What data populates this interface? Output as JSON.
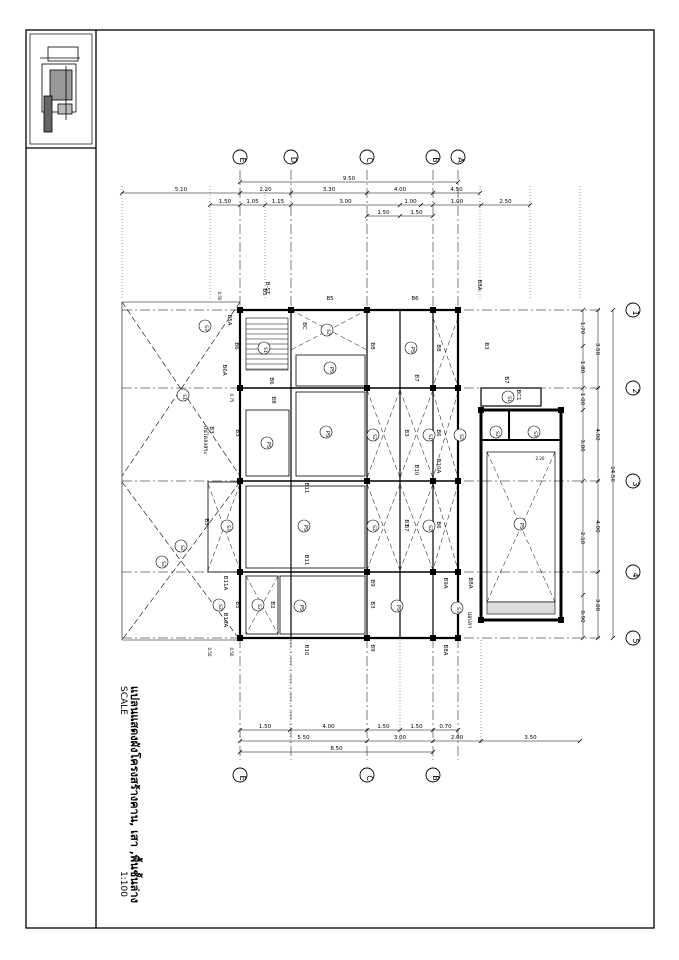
{
  "drawing": {
    "title": "แปลนแสดงผังโครงสร้างคาน, เสา ,พื้นชั้นล่าง",
    "scale_label": "SCALE",
    "scale_value": "1:100"
  },
  "grid": {
    "columns_top": [
      "E",
      "D",
      "C",
      "B",
      "A"
    ],
    "columns_bottom": [
      "E",
      "C",
      "B"
    ],
    "rows": [
      "1",
      "2",
      "3",
      "4",
      "5"
    ]
  },
  "dimensions": {
    "top_total": "9.50",
    "top_row2": [
      "5.10",
      "2.20",
      "3.30",
      "4.00",
      "4.50"
    ],
    "top_row3": [
      "1.50",
      "1.05",
      "1.15",
      "3.00",
      "1.00",
      "1.00",
      "2.50"
    ],
    "top_row4": [
      "1.50",
      "1.50"
    ],
    "bottom_row1": [
      "1.50",
      "4.00",
      "1.50",
      "1.50",
      "0.70"
    ],
    "bottom_row2": [
      "5.50",
      "3.00",
      "2.00",
      "3.50"
    ],
    "bottom_total": "8.50",
    "right_row1": [
      "1.70",
      "1.80",
      "1.00",
      "3.00",
      "2.10",
      "0.90"
    ],
    "right_row2": [
      "3.50",
      "4.00",
      "4.00",
      "3.00"
    ],
    "right_total": "14.50",
    "small": [
      "0.50",
      "0.75",
      "0.50",
      "0.50",
      "2.20"
    ]
  },
  "beams": [
    "B6",
    "B5",
    "B6",
    "B8",
    "B6",
    "B7",
    "B3",
    "B6",
    "B3",
    "B3",
    "B8",
    "B7",
    "B6",
    "B10",
    "B11",
    "B7",
    "B6",
    "B11",
    "B9",
    "B9A",
    "B10A",
    "B5",
    "B2",
    "B3",
    "B10",
    "B8A",
    "B3",
    "B6A",
    "B3",
    "B8",
    "B7",
    "BC1",
    "B8A",
    "B9",
    "B11A",
    "B10A",
    "B5A",
    "B-ST",
    "B5",
    "BC",
    "B8A"
  ],
  "slabs": [
    "PS",
    "PS",
    "PS",
    "PS",
    "PS",
    "PS",
    "PS",
    "PS"
  ],
  "stairs": [
    "S1",
    "S2",
    "S3",
    "S1",
    "S2",
    "S2",
    "S3",
    "S2",
    "S1",
    "S2",
    "S2",
    "S2",
    "S1",
    "S2",
    "S3",
    "S3",
    "S2",
    "S2"
  ],
  "notes": [
    "บันไดลงสระ",
    "บ่อปลา"
  ]
}
